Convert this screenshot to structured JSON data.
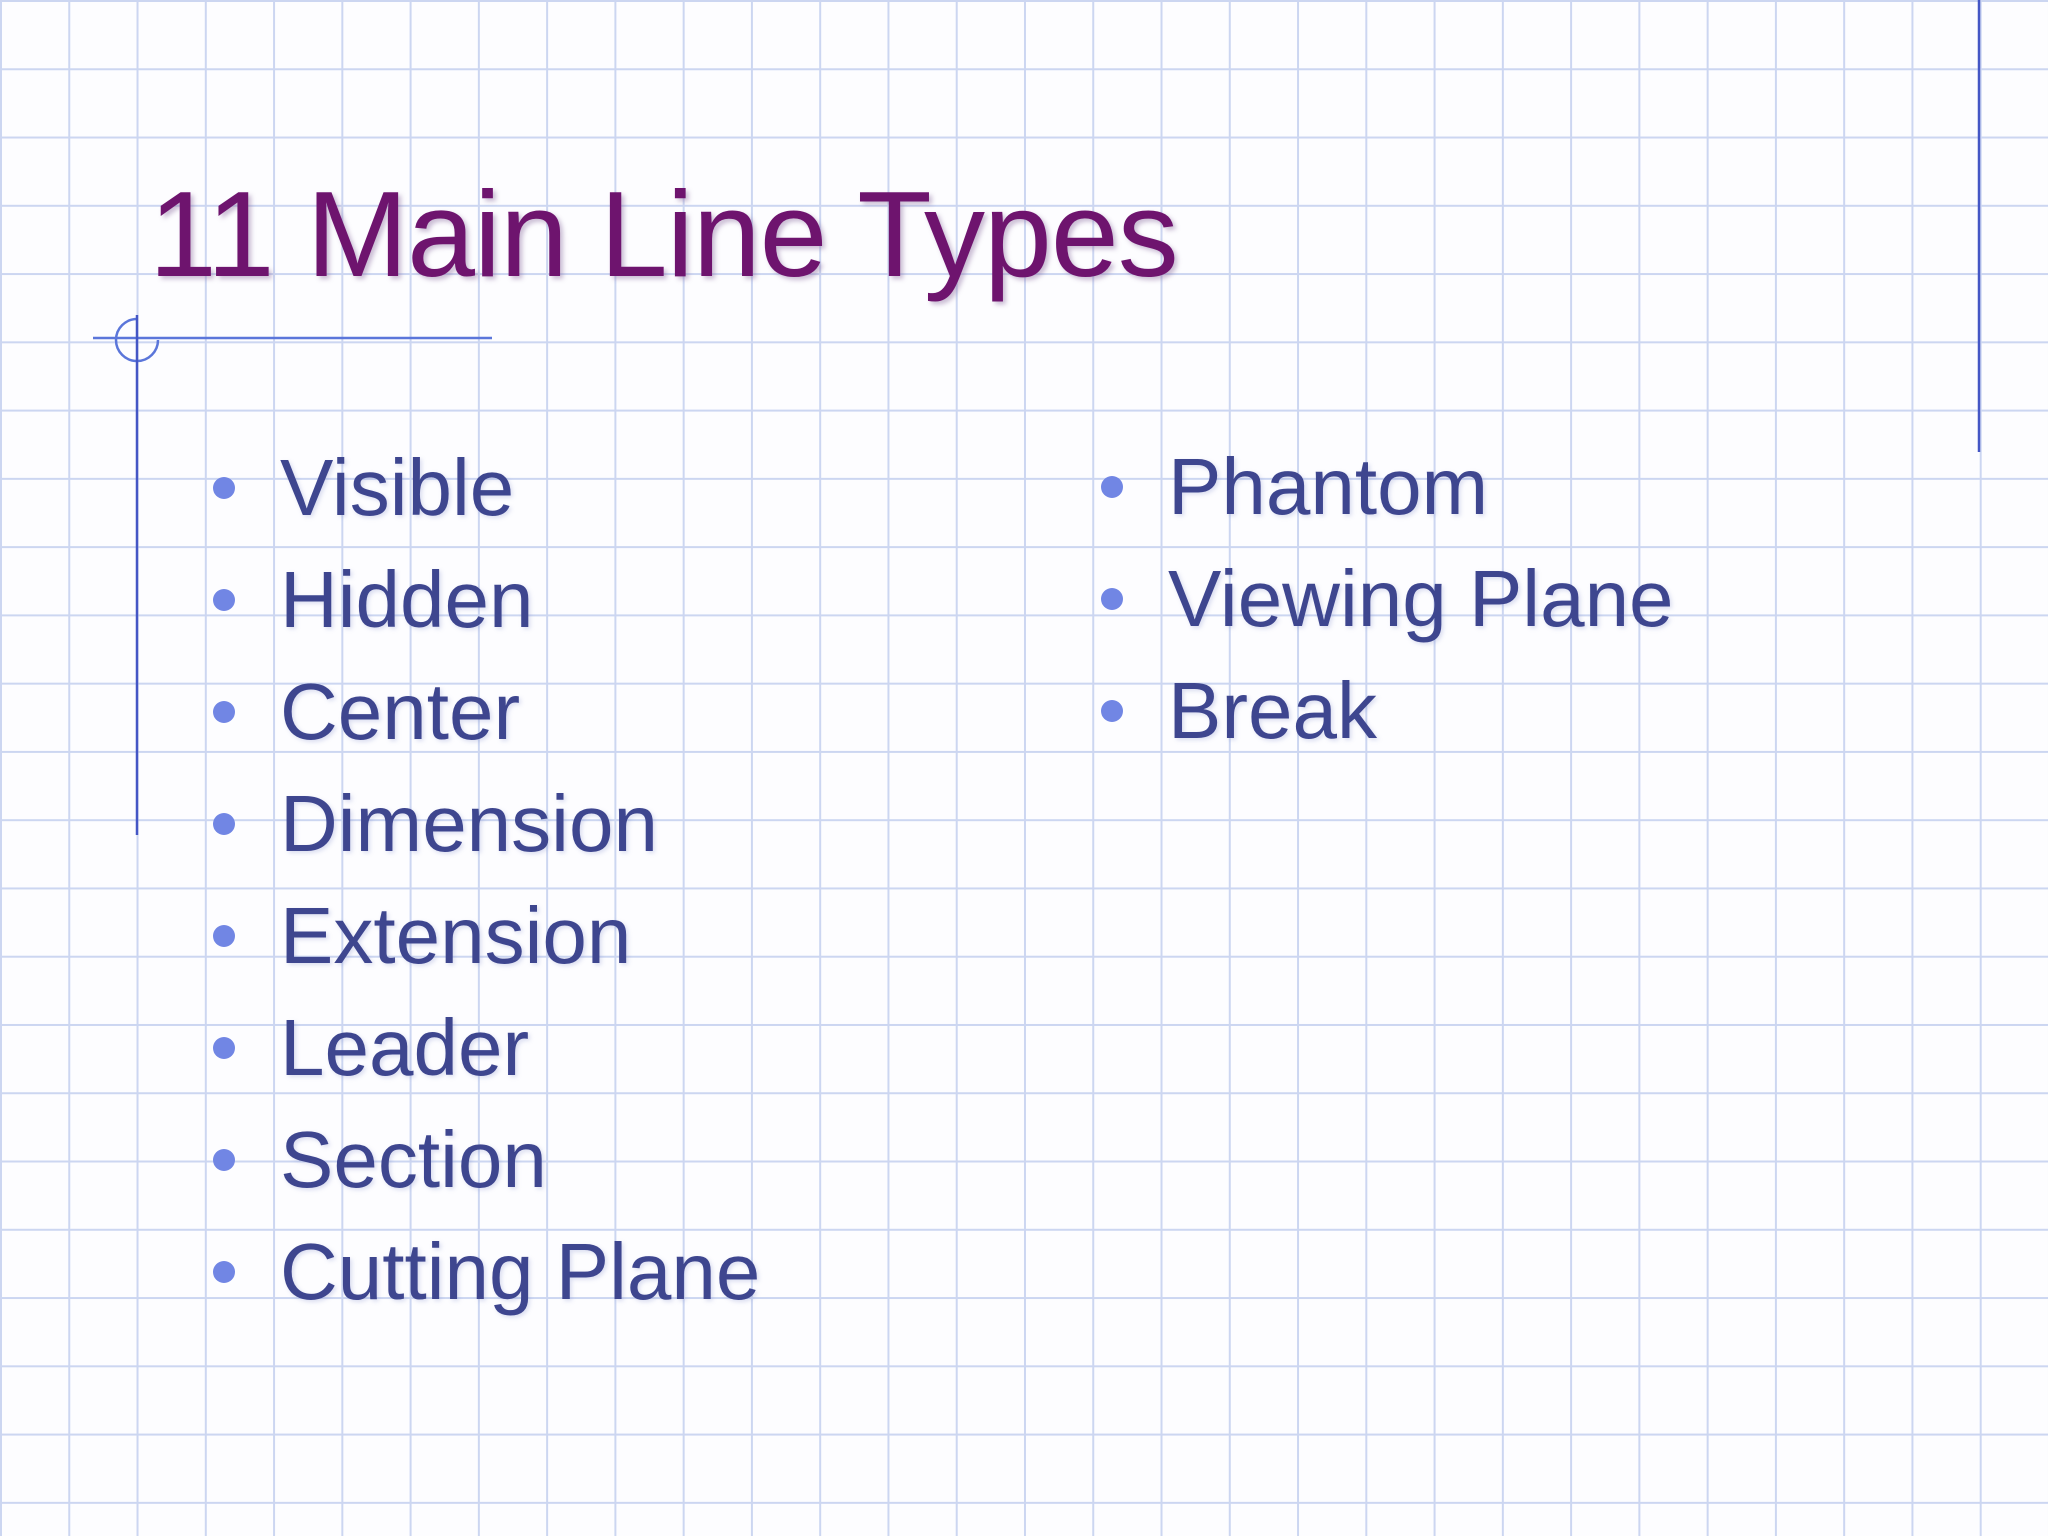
{
  "slide": {
    "title": "11 Main Line Types",
    "columns": {
      "left": [
        "Visible",
        "Hidden",
        "Center",
        "Dimension",
        "Extension",
        "Leader",
        "Section",
        "Cutting Plane"
      ],
      "right": [
        "Phantom",
        "Viewing Plane",
        "Break"
      ]
    }
  },
  "colors": {
    "background": "#fdfdff",
    "grid-line": "#ccd6f1",
    "title-color": "#6e146e",
    "body-text": "#3e468f",
    "bullet-color": "#7186e4",
    "deco-blue": "#5b76da",
    "deco-dark-blue": "#4456c5"
  }
}
